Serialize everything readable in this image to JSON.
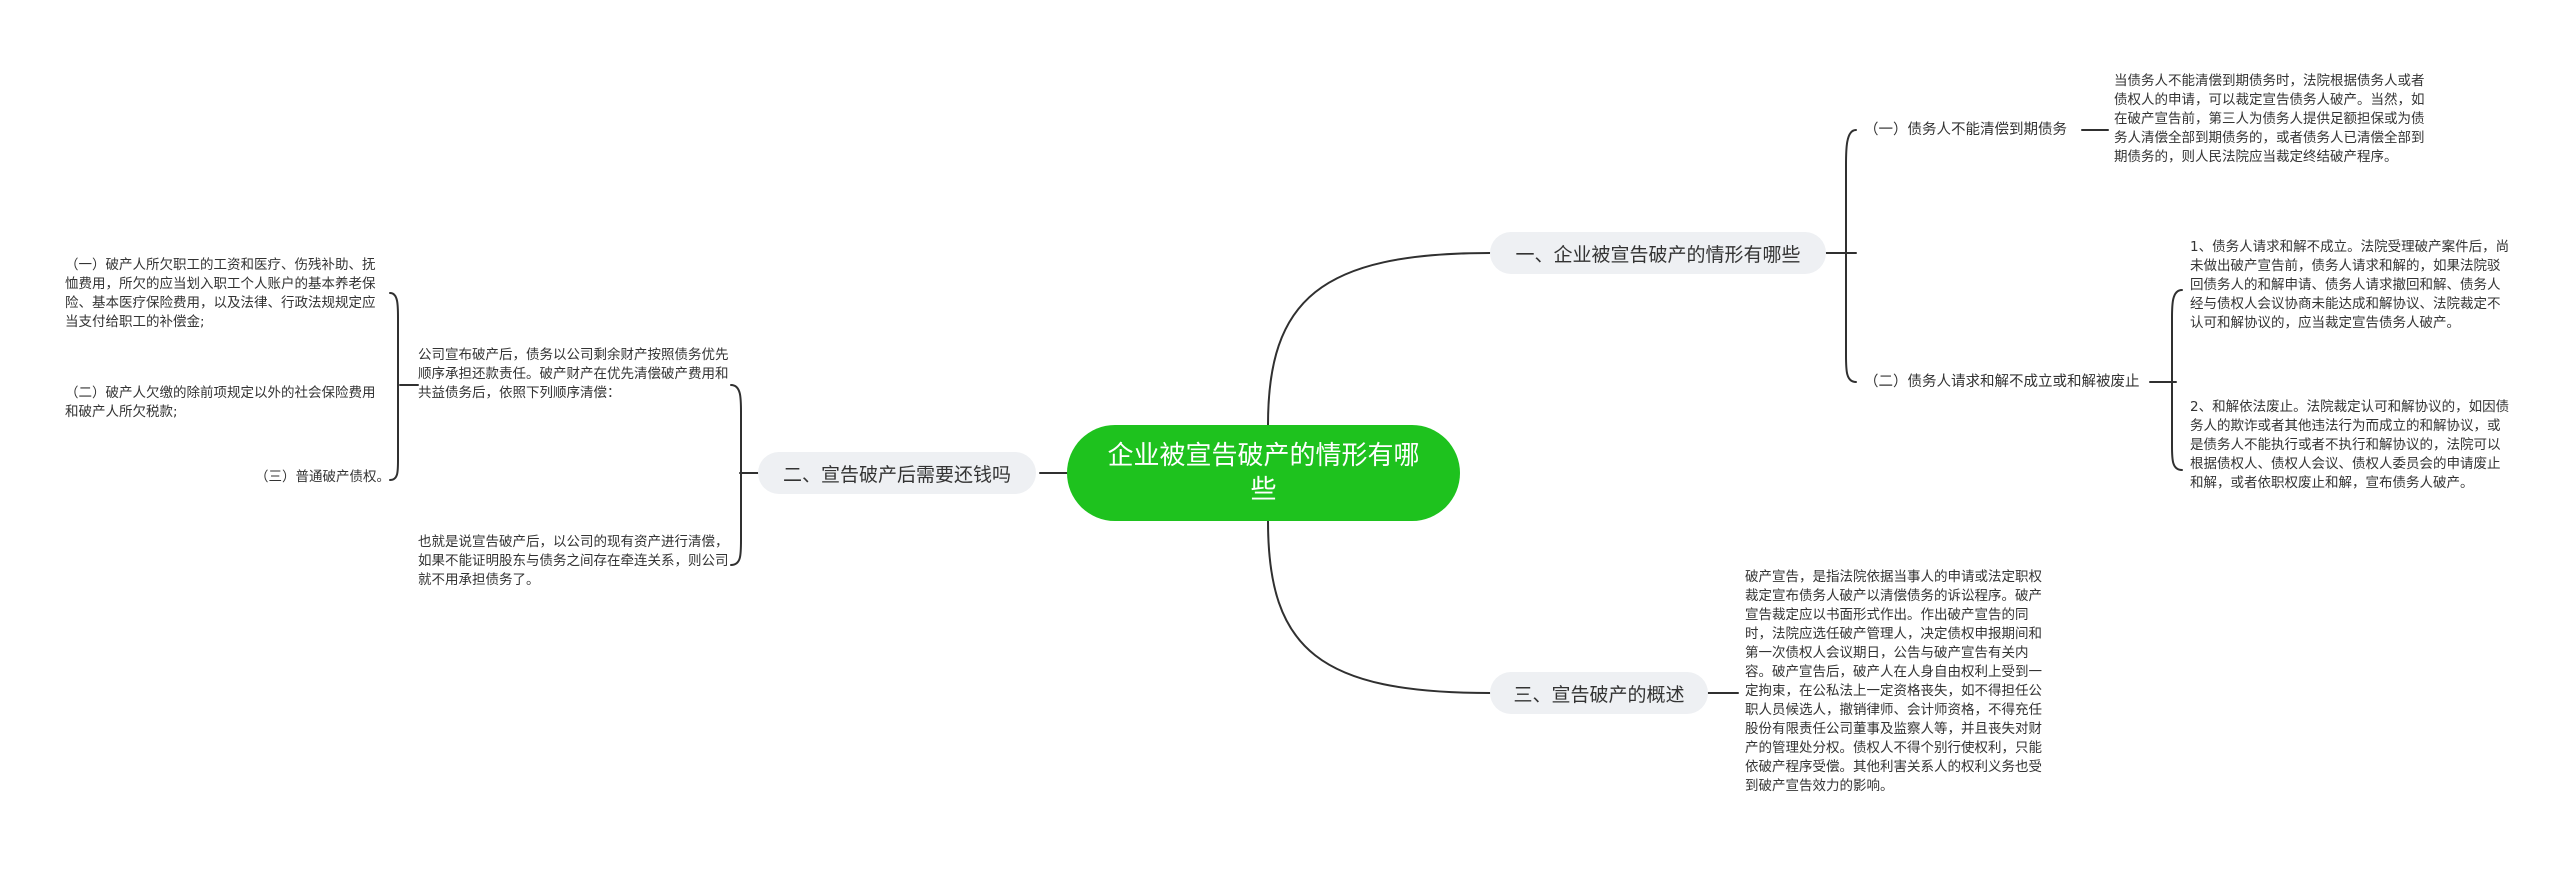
{
  "root": {
    "label": "企业被宣告破产的情形有哪些"
  },
  "branches": [
    {
      "label": "一、企业被宣告破产的情形有哪些",
      "subs": [
        {
          "label": "（一）债务人不能清偿到期债务",
          "detail": "当债务人不能清偿到期债务时，法院根据债务人或者债权人的申请，可以裁定宣告债务人破产。当然，如在破产宣告前，第三人为债务人提供足额担保或为债务人清偿全部到期债务的，或者债务人已清偿全部到期债务的，则人民法院应当裁定终结破产程序。"
        },
        {
          "label": "（二）债务人请求和解不成立或和解被废止",
          "details": [
            "1、债务人请求和解不成立。法院受理破产案件后，尚未做出破产宣告前，债务人请求和解的，如果法院驳回债务人的和解申请、债务人请求撤回和解、债务人经与债权人会议协商未能达成和解协议、法院裁定不认可和解协议的，应当裁定宣告债务人破产。",
            "2、和解依法废止。法院裁定认可和解协议的，如因债务人的欺诈或者其他违法行为而成立的和解协议，或是债务人不能执行或者不执行和解协议的，法院可以根据债权人、债权人会议、债权人委员会的申请废止和解，或者依职权废止和解，宣布债务人破产。"
          ]
        }
      ]
    },
    {
      "label": "二、宣告破产后需要还钱吗",
      "subs": [
        {
          "label": "公司宣布破产后，债务以公司剩余财产按照债务优先顺序承担还款责任。破产财产在优先清偿破产费用和共益债务后，依照下列顺序清偿：",
          "items": [
            "（一）破产人所欠职工的工资和医疗、伤残补助、抚恤费用，所欠的应当划入职工个人账户的基本养老保险、基本医疗保险费用，以及法律、行政法规规定应当支付给职工的补偿金;",
            "（二）破产人欠缴的除前项规定以外的社会保险费用和破产人所欠税款;",
            "（三）普通破产债权。"
          ]
        },
        {
          "label": "也就是说宣告破产后，以公司的现有资产进行清偿，如果不能证明股东与债务之间存在牵连关系，则公司就不用承担债务了。"
        }
      ]
    },
    {
      "label": "三、宣告破产的概述",
      "detail": "破产宣告，是指法院依据当事人的申请或法定职权裁定宣布债务人破产以清偿债务的诉讼程序。破产宣告裁定应以书面形式作出。作出破产宣告的同时，法院应选任破产管理人，决定债权申报期间和第一次债权人会议期日，公告与破产宣告有关内容。破产宣告后，破产人在人身自由权利上受到一定拘束，在公私法上一定资格丧失，如不得担任公职人员候选人，撤销律师、会计师资格，不得充任股份有限责任公司董事及监察人等，并且丧失对财产的管理处分权。债权人不得个别行使权利，只能依破产程序受偿。其他利害关系人的权利义务也受到破产宣告效力的影响。"
    }
  ],
  "colors": {
    "root_bg": "#1ec21e",
    "branch_bg": "#eef0f3",
    "line": "#303030",
    "text": "#333333"
  }
}
